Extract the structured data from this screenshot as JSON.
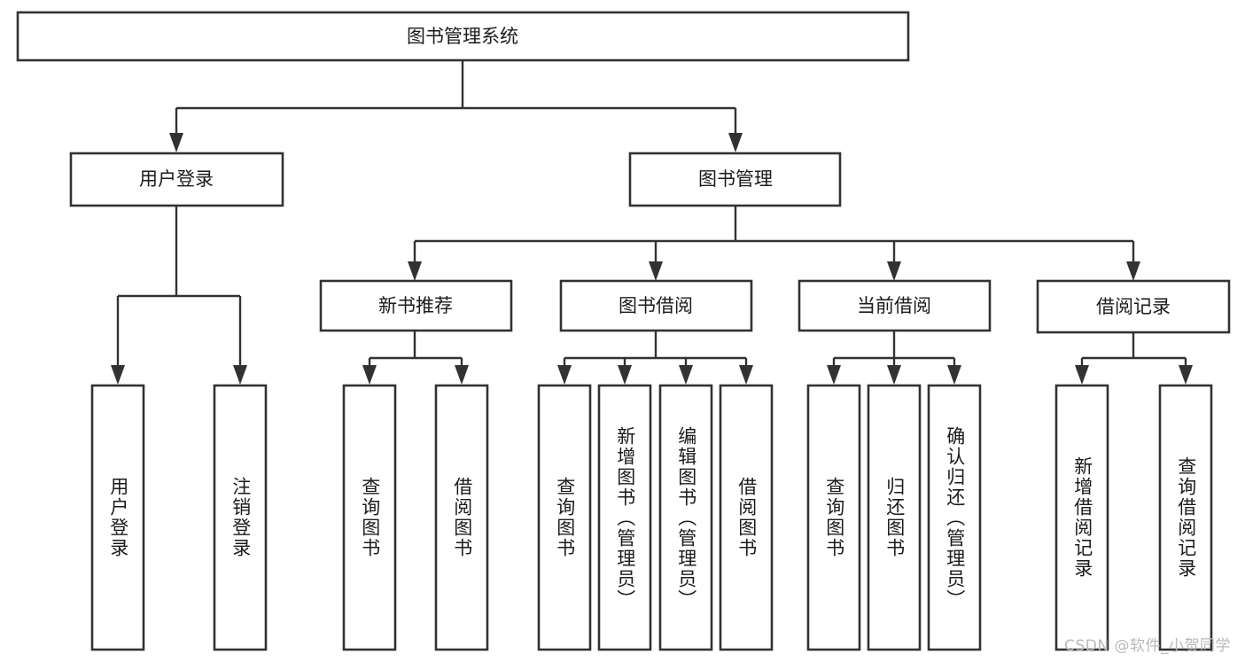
{
  "diagram": {
    "title": "图书管理系统",
    "watermark": "CSDN @软件_小贺同学",
    "colors": {
      "box_stroke": "#323232",
      "box_fill": "#ffffff",
      "connector": "#323232",
      "text": "#1b1b1b",
      "watermark": "#b9b9b9",
      "background": "#ffffff"
    },
    "root": {
      "label": "图书管理系统"
    },
    "level1": [
      {
        "label": "用户登录"
      },
      {
        "label": "图书管理"
      }
    ],
    "level2": [
      {
        "label": "新书推荐"
      },
      {
        "label": "图书借阅"
      },
      {
        "label": "当前借阅"
      },
      {
        "label": "借阅记录"
      }
    ],
    "leaves": {
      "user_login": [
        {
          "label": "用户登录"
        },
        {
          "label": "注销登录"
        }
      ],
      "new_book_recommend": [
        {
          "label": "查询图书"
        },
        {
          "label": "借阅图书"
        }
      ],
      "book_borrow": [
        {
          "label": "查询图书"
        },
        {
          "label": "新增图书（管理员）"
        },
        {
          "label": "编辑图书（管理员）"
        },
        {
          "label": "借阅图书"
        }
      ],
      "current_borrow": [
        {
          "label": "查询图书"
        },
        {
          "label": "归还图书"
        },
        {
          "label": "确认归还（管理员）"
        }
      ],
      "borrow_record": [
        {
          "label": "新增借阅记录"
        },
        {
          "label": "查询借阅记录"
        }
      ]
    }
  }
}
